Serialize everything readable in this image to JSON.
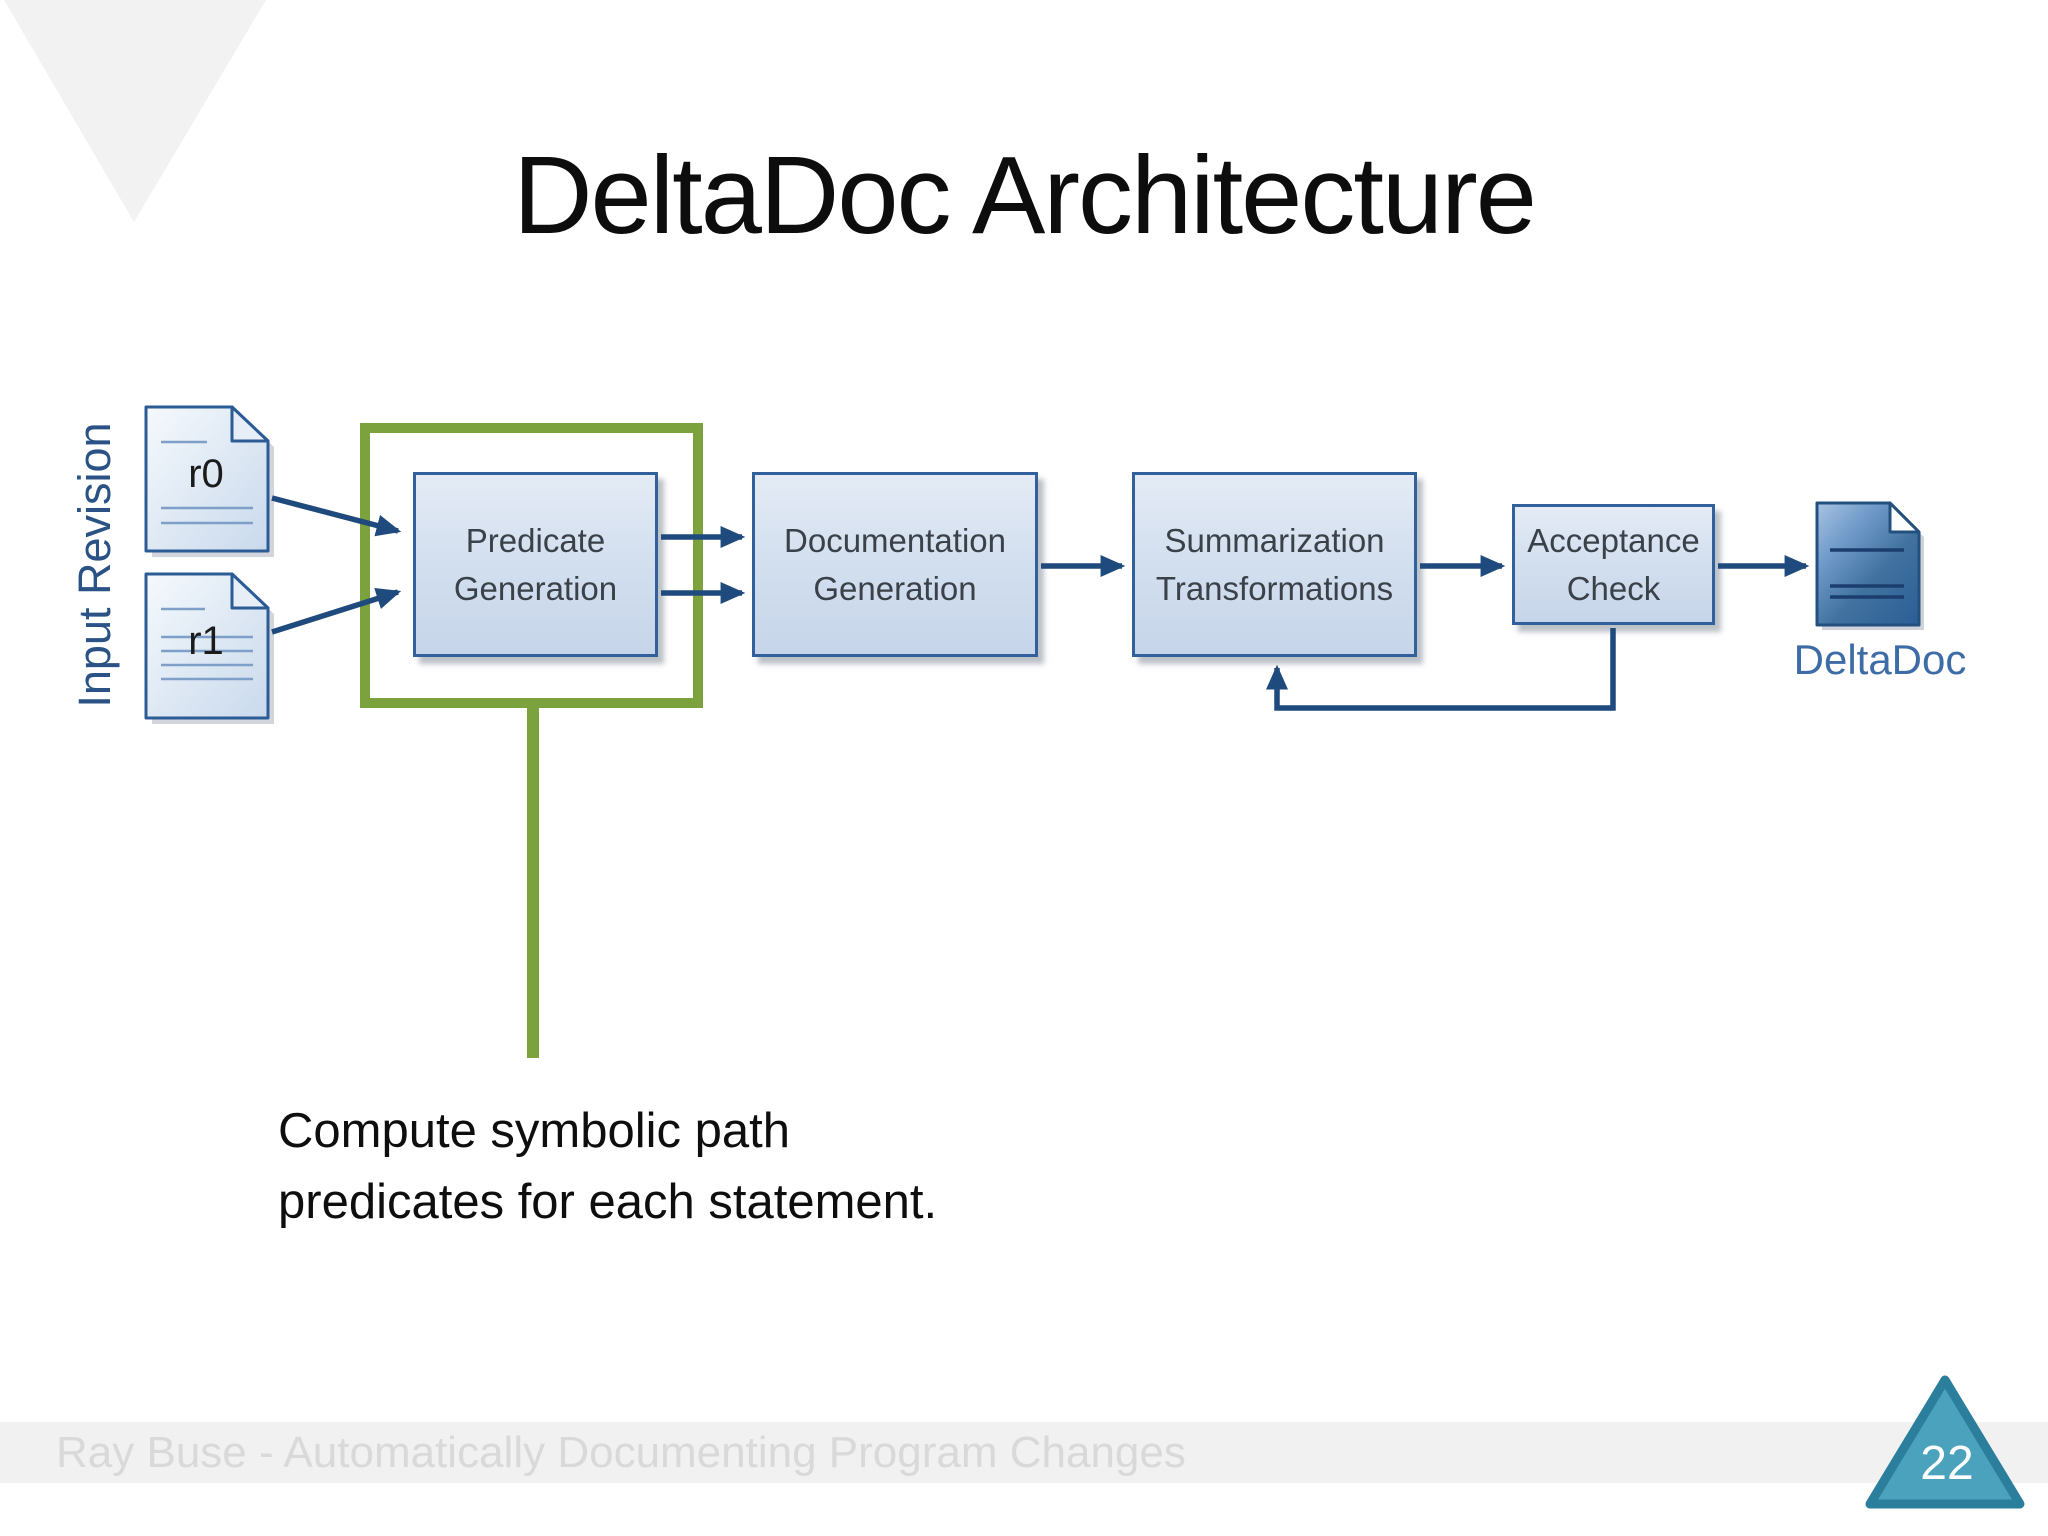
{
  "slide": {
    "title": "DeltaDoc Architecture",
    "annotation": "Compute symbolic path predicates for each statement.",
    "footer": "Ray Buse - Automatically Documenting Program Changes",
    "page_number": "22"
  },
  "diagram": {
    "input_label": "Input Revision",
    "documents": [
      {
        "label": "r0"
      },
      {
        "label": "r1"
      }
    ],
    "boxes": [
      {
        "label": "Predicate Generation"
      },
      {
        "label": "Documentation Generation"
      },
      {
        "label": "Summarization Transformations"
      },
      {
        "label": "Acceptance Check"
      }
    ],
    "output_document": {
      "label": "DeltaDoc"
    }
  },
  "colors": {
    "arrow_navy": "#1f4a7d",
    "box_border_blue": "#31609a",
    "highlight_green": "#7ba23c",
    "page_number_teal": "#4aa2bc",
    "footer_gray": "#f1f1f1"
  }
}
